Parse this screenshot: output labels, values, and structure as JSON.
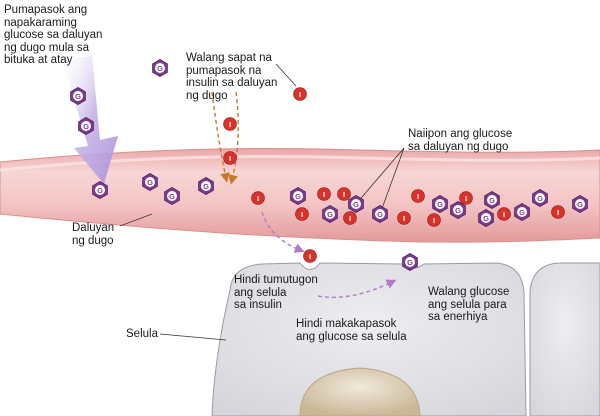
{
  "labels": {
    "excess_glucose": "Pumapasok ang\nnapakaraming\nglucose sa daluyan\nng dugo mula sa\nbituka at atay",
    "not_enough_insulin": "Walang sapat na\npumapasok na\ninsulin sa daluyan\nng dugo",
    "glucose_accumulates": "Naiipon ang glucose\nsa daluyan ng dugo",
    "blood_vessel": "Daluyan\nng dugo",
    "cell_no_response": "Hindi tumutugon\nang selula\nsa insulin",
    "glucose_cannot_enter": "Hindi makakapasok\nang glucose sa selula",
    "no_glucose_energy": "Walang glucose\nang selula para\nsa enerhiya",
    "cell": "Selula"
  },
  "symbols": {
    "glucose": "G",
    "insulin": "I"
  },
  "colors": {
    "vessel_fill": "#f5c9c9",
    "vessel_edge": "#d88f8f",
    "cell_fill": "#e2e2e6",
    "cell_edge": "#9a9aa2",
    "glucose_hex": "#7a3b8f",
    "insulin_dot": "#d9322b",
    "big_arrow": "#b9a4dc",
    "insulin_arrow": "#c87a2c",
    "path_arrow": "#b07ac8",
    "nucleus": "#d8c9b2"
  }
}
